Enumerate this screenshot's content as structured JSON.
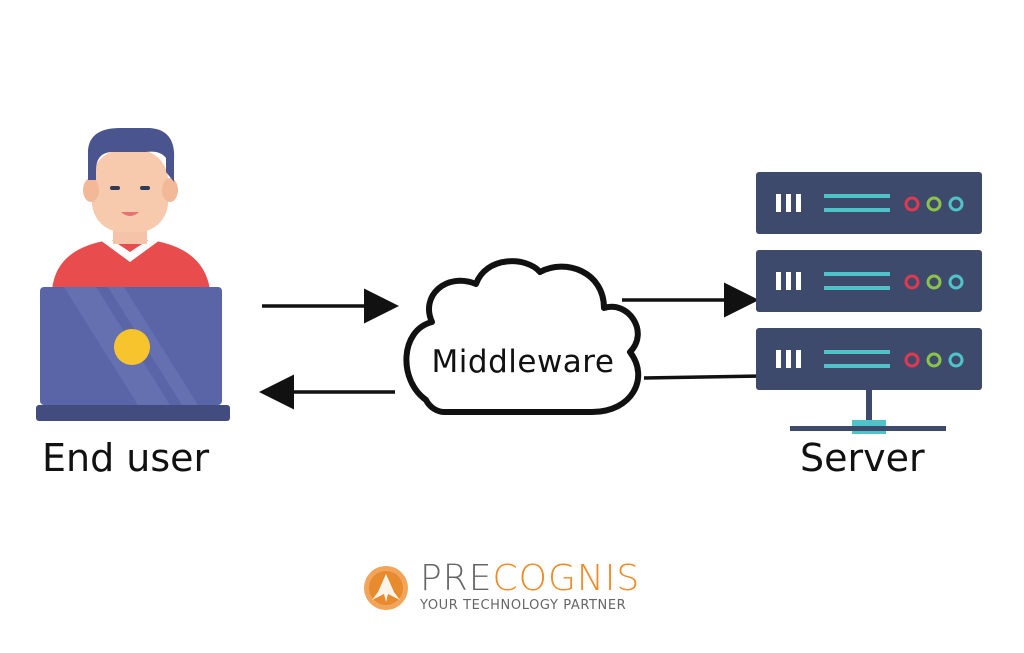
{
  "diagram": {
    "nodes": {
      "end_user": {
        "label": "End user"
      },
      "middleware": {
        "label": "Middleware"
      },
      "server": {
        "label": "Server"
      }
    },
    "edges": [
      {
        "from": "end_user",
        "to": "middleware"
      },
      {
        "from": "middleware",
        "to": "end_user"
      },
      {
        "from": "middleware",
        "to": "server"
      },
      {
        "from": "server",
        "to": "middleware"
      }
    ]
  },
  "branding": {
    "brand_part1": "PRE",
    "brand_part2": "COGNIS",
    "tagline": "YOUR TECHNOLOGY PARTNER"
  },
  "colors": {
    "server_panel": "#3d4a6b",
    "server_line": "#4fc3c7",
    "light_red": "#e0394f",
    "light_green": "#8bc34a",
    "light_cyan": "#4fc3c7",
    "laptop": "#5a65a8",
    "shirt": "#e84c4c",
    "hair": "#4a5590",
    "brand_orange": "#f08a24"
  }
}
